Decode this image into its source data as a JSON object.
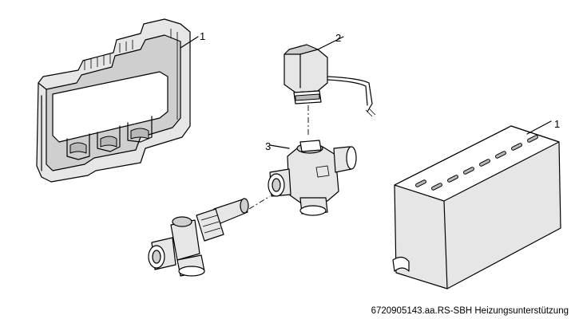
{
  "callouts": {
    "insulation_left": "1",
    "actuator": "2",
    "valve": "3",
    "insulation_right": "1"
  },
  "caption": "6720905143.aa.RS-SBH Heizungsunterstützung"
}
